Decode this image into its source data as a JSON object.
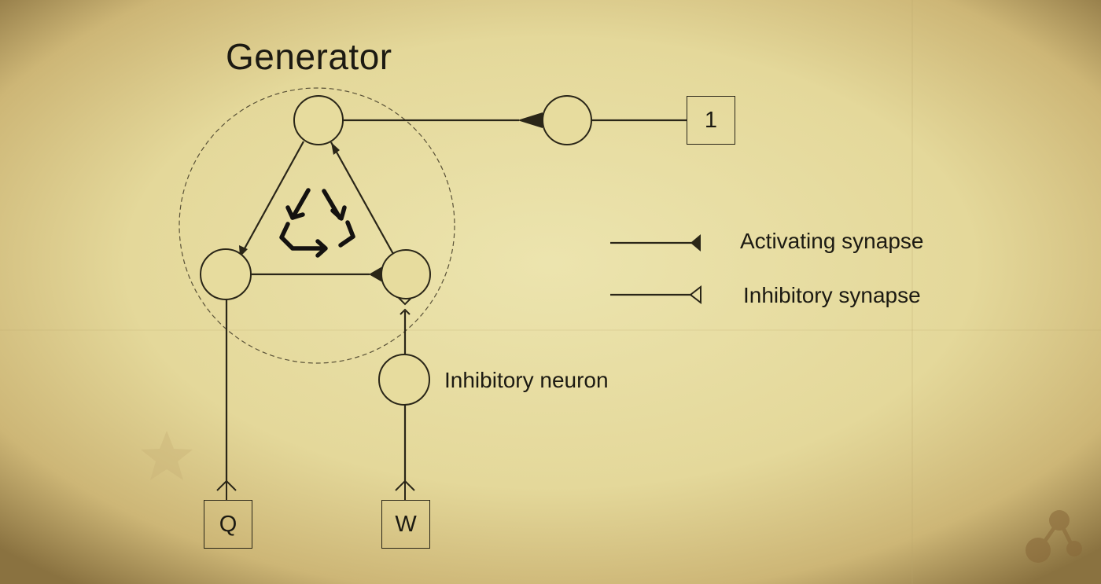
{
  "diagram": {
    "title": "Generator",
    "input_one_label": "1",
    "output_q_label": "Q",
    "output_w_label": "W",
    "inhibitory_neuron_label": "Inhibitory neuron",
    "legend": {
      "activating": "Activating synapse",
      "inhibitory": "Inhibitory synapse"
    }
  },
  "colors": {
    "parchment": "#e8dea0",
    "parchment_edge": "#8a7240",
    "ink": "#2a2618"
  },
  "icons": [
    "recycle-cycle-icon",
    "star-watermark-icon",
    "molecule-logo-icon"
  ]
}
